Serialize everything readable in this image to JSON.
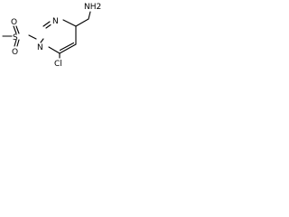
{
  "molecule": {
    "atoms": {
      "nh2": "NH2",
      "ring_n1": "N",
      "ring_n3": "N",
      "cl": "Cl",
      "s": "S",
      "o_top": "O",
      "o_bottom": "O"
    },
    "colors": {
      "bond": "#000000",
      "label": "#000000",
      "background": "#ffffff"
    }
  }
}
